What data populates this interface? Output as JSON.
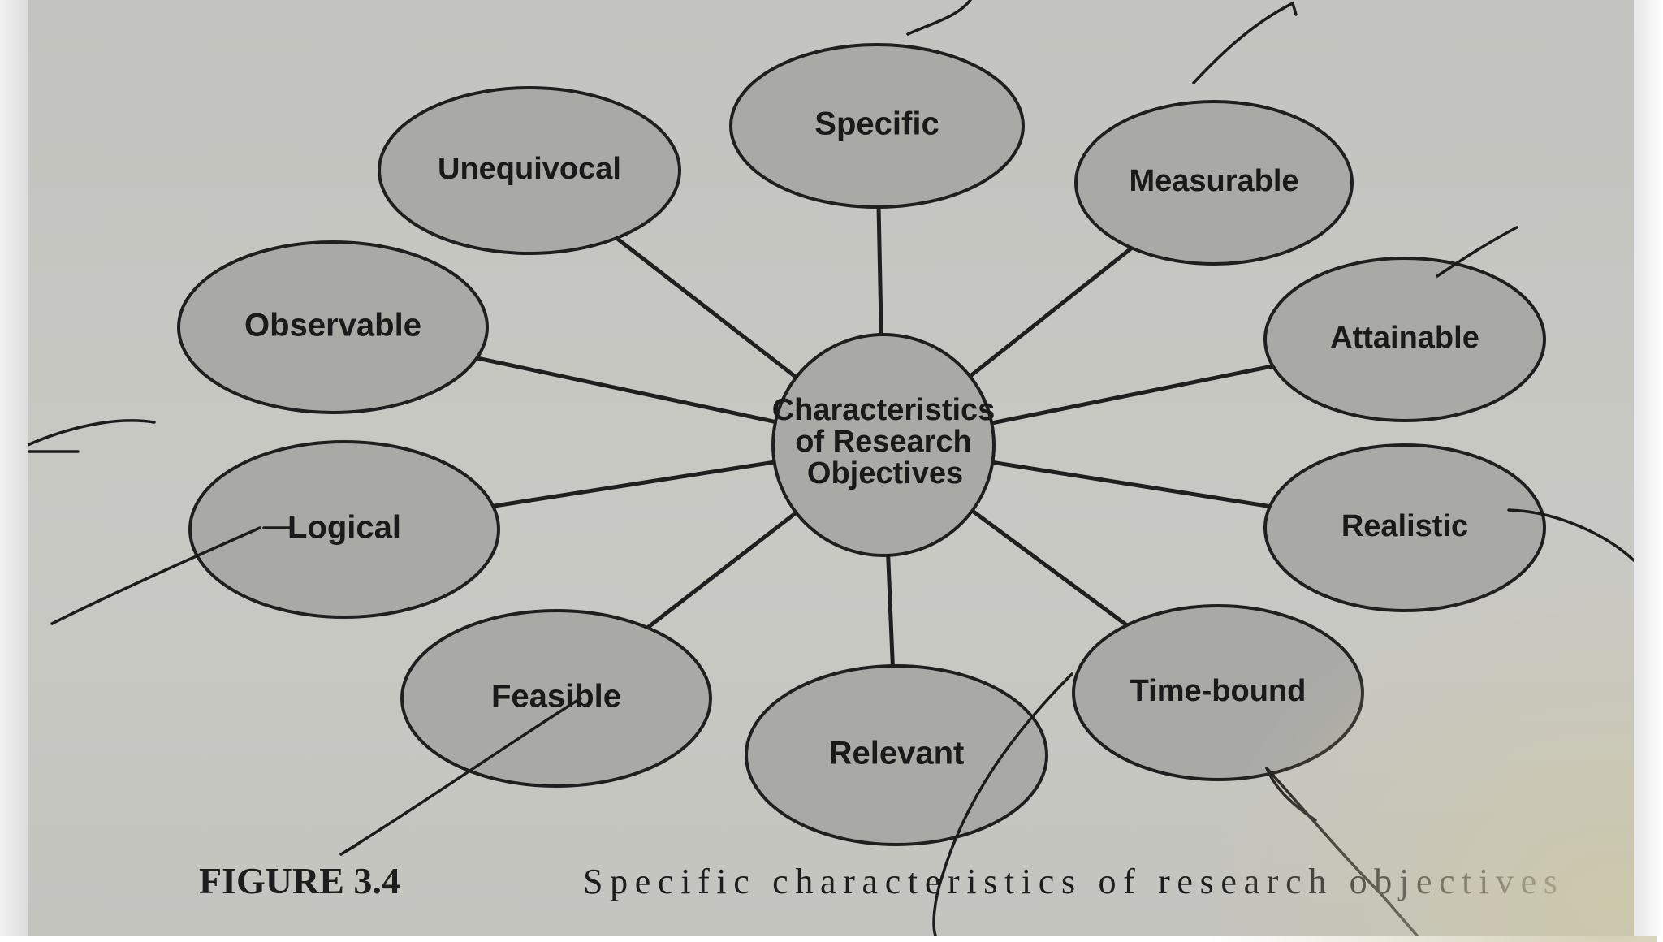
{
  "diagram": {
    "center": "Characteristics of Research Objectives",
    "center_lines": [
      "Characteristics",
      "of Research",
      "Objectives"
    ],
    "nodes": [
      "Specific",
      "Measurable",
      "Attainable",
      "Realistic",
      "Time-bound",
      "Relevant",
      "Feasible",
      "Logical",
      "Observable",
      "Unequivocal"
    ]
  },
  "caption": {
    "figure_number": "FIGURE 3.4",
    "text": "Specific characteristics of research objectives"
  },
  "colors": {
    "paper": "#c6c6c1",
    "circle_fill": "#a9a9a6",
    "ink": "#1f1f1f"
  }
}
